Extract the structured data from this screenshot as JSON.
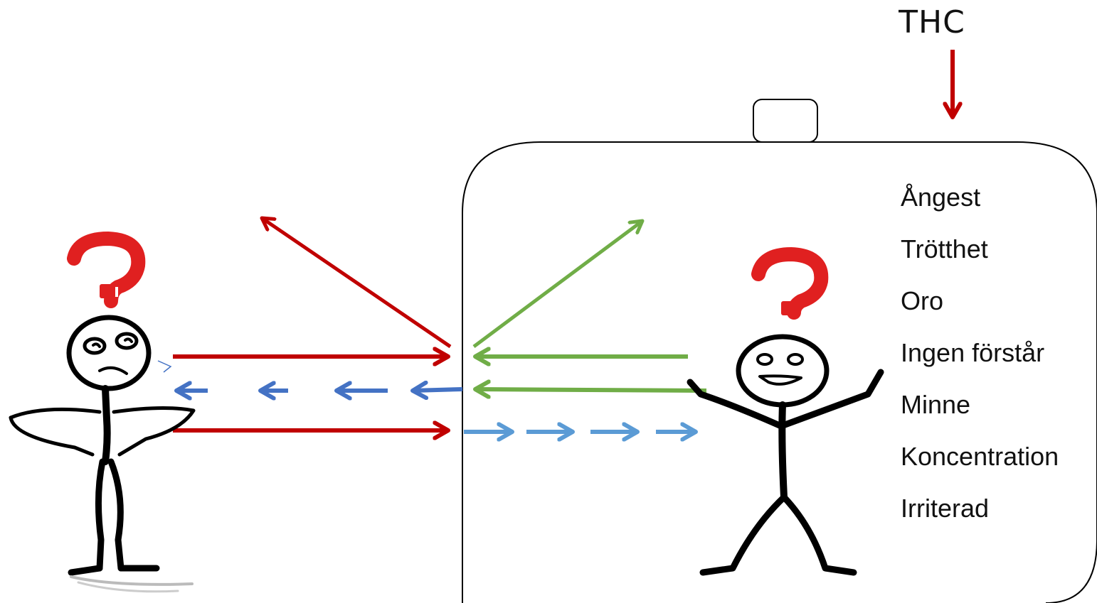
{
  "thc_label": "THC",
  "symptoms": [
    "Ångest",
    "Trötthet",
    "Oro",
    "Ingen förstår",
    "Minne",
    "Koncentration",
    "Irriterad"
  ],
  "colors": {
    "red_arrow": "#c00000",
    "green_arrow": "#70ad47",
    "dark_blue_arrow": "#4472c4",
    "light_blue_arrow": "#5b9bd5",
    "question_mark": "#e02020",
    "outline": "#000000"
  },
  "icons": {
    "left_person": "confused-stick-figure",
    "right_person": "waving-stick-figure",
    "question": "question-mark-icon",
    "box": "rounded-container-with-handle"
  }
}
